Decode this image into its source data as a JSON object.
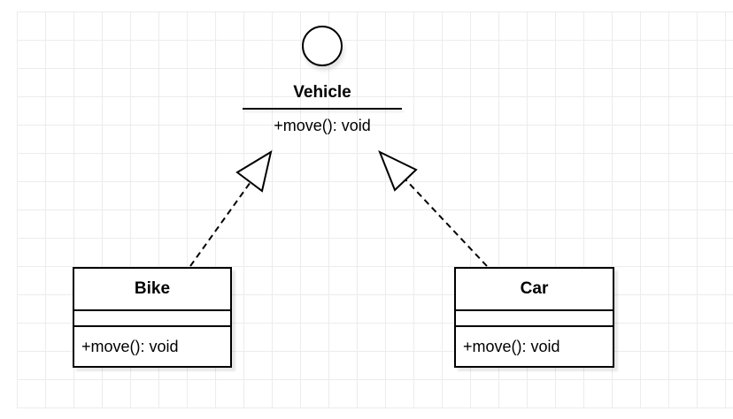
{
  "colors": {
    "background": "#ffffff",
    "grid_line": "#ececec",
    "shape_stroke": "#000000",
    "shape_fill": "#ffffff",
    "text": "#000000"
  },
  "diagram": {
    "interface": {
      "name": "Vehicle",
      "method": "+move(): void"
    },
    "classes": [
      {
        "name": "Bike",
        "attributes": "",
        "method": "+move(): void"
      },
      {
        "name": "Car",
        "attributes": "",
        "method": "+move(): void"
      }
    ],
    "edges": [
      {
        "type": "realization",
        "from": "Bike",
        "to": "Vehicle"
      },
      {
        "type": "realization",
        "from": "Car",
        "to": "Vehicle"
      }
    ]
  }
}
